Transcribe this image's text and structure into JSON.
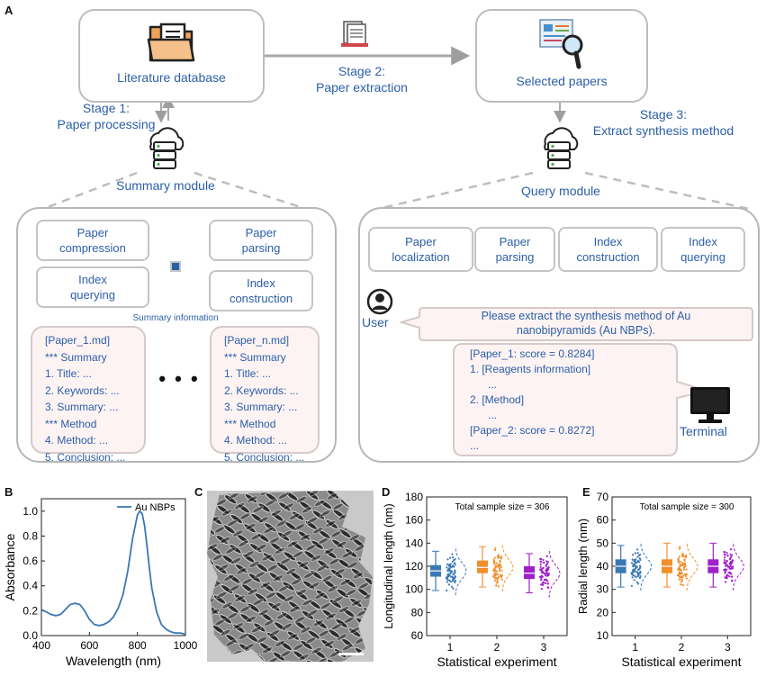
{
  "panel_letters": {
    "a": "A",
    "b": "B",
    "c": "C",
    "d": "D",
    "e": "E"
  },
  "top": {
    "literature_database": "Literature database",
    "selected_papers": "Selected papers",
    "stage1": "Stage 1:\nPaper processing",
    "stage2": "Stage 2:\nPaper extraction",
    "stage3": "Stage 3:\nExtract synthesis method",
    "summary_module": "Summary module",
    "query_module": "Query module"
  },
  "summary_module": {
    "boxes": [
      "Paper\ncompression",
      "Paper\nparsing",
      "Index\nquerying",
      "Index\nconstruction"
    ],
    "summary_information": "Summary information",
    "card1": [
      "[Paper_1.md]",
      "*** Summary",
      "1. Title: ...",
      "2. Keywords: ...",
      "3. Summary: ...",
      "*** Method",
      "4. Method: ...",
      "5. Conclusion: ..."
    ],
    "card2": [
      "[Paper_n.md]",
      "*** Summary",
      "1. Title: ...",
      "2. Keywords: ...",
      "3. Summary: ...",
      "*** Method",
      "4. Method: ...",
      "5. Conclusion: ..."
    ],
    "ellipsis": "• • •"
  },
  "query_module": {
    "boxes": [
      "Paper\nlocalization",
      "Paper\nparsing",
      "Index\nconstruction",
      "Index\nquerying"
    ],
    "user": "User",
    "prompt": "Please extract the synthesis method of Au\nnanobipyramids (Au NBPs).",
    "response": [
      "[Paper_1: score = 0.8284]",
      "1. [Reagents information]",
      "...",
      "2. [Method]",
      "...",
      "[Paper_2: score = 0.8272]",
      "..."
    ],
    "terminal": "Terminal"
  },
  "colors": {
    "accent_blue": "#2b5ea8",
    "orange": "#f28e2b",
    "purple": "#a020c8",
    "box_blue": "#3a78b5"
  },
  "chart_data": [
    {
      "panel": "B",
      "type": "line",
      "xlabel": "Wavelength (nm)",
      "ylabel": "Absorbance",
      "xlim": [
        400,
        1000
      ],
      "ylim": [
        0,
        1.1
      ],
      "xticks": [
        "400",
        "600",
        "800",
        "1000"
      ],
      "yticks": [
        "0.0",
        "0.2",
        "0.4",
        "0.6",
        "0.8",
        "1.0"
      ],
      "legend": "top-right",
      "series": [
        {
          "name": "Au NBPs",
          "x": [
            400,
            420,
            440,
            460,
            480,
            500,
            520,
            540,
            560,
            580,
            600,
            620,
            640,
            660,
            680,
            700,
            720,
            740,
            760,
            780,
            800,
            810,
            820,
            830,
            840,
            850,
            860,
            880,
            900,
            920,
            940,
            960,
            980,
            1000
          ],
          "y": [
            0.21,
            0.19,
            0.17,
            0.16,
            0.17,
            0.21,
            0.25,
            0.26,
            0.25,
            0.2,
            0.13,
            0.09,
            0.08,
            0.09,
            0.11,
            0.15,
            0.22,
            0.33,
            0.52,
            0.78,
            0.97,
            1.0,
            0.98,
            0.88,
            0.72,
            0.54,
            0.38,
            0.19,
            0.09,
            0.05,
            0.03,
            0.02,
            0.02,
            0.01
          ]
        }
      ]
    },
    {
      "panel": "D",
      "type": "box",
      "annotation": "Total sample size = 306",
      "xlabel": "Statistical experiment",
      "ylabel": "Longitudinal length (nm)",
      "categories": [
        "1",
        "2",
        "3"
      ],
      "ylim": [
        60,
        180
      ],
      "yticks": [
        "60",
        "80",
        "100",
        "120",
        "140",
        "160",
        "180"
      ],
      "boxes": [
        {
          "min": 99,
          "q1": 111,
          "median": 116,
          "q3": 121,
          "max": 133,
          "mean": 116,
          "sd": 7
        },
        {
          "min": 102,
          "q1": 114,
          "median": 119,
          "q3": 125,
          "max": 137,
          "mean": 119,
          "sd": 7
        },
        {
          "min": 97,
          "q1": 109,
          "median": 114,
          "q3": 120,
          "max": 131,
          "mean": 114,
          "sd": 7
        }
      ]
    },
    {
      "panel": "E",
      "type": "box",
      "annotation": "Total sample size = 300",
      "xlabel": "Statistical experiment",
      "ylabel": "Radial length (nm)",
      "categories": [
        "1",
        "2",
        "3"
      ],
      "ylim": [
        10,
        70
      ],
      "yticks": [
        "10",
        "20",
        "30",
        "40",
        "50",
        "60",
        "70"
      ],
      "boxes": [
        {
          "min": 31,
          "q1": 37,
          "median": 40,
          "q3": 43,
          "max": 49,
          "mean": 40,
          "sd": 3.5
        },
        {
          "min": 31,
          "q1": 37,
          "median": 40,
          "q3": 43,
          "max": 50,
          "mean": 40,
          "sd": 3.5
        },
        {
          "min": 31,
          "q1": 37,
          "median": 40,
          "q3": 43,
          "max": 50,
          "mean": 40,
          "sd": 3.5
        }
      ]
    }
  ],
  "tem_image": {
    "scale_bar": "present"
  }
}
